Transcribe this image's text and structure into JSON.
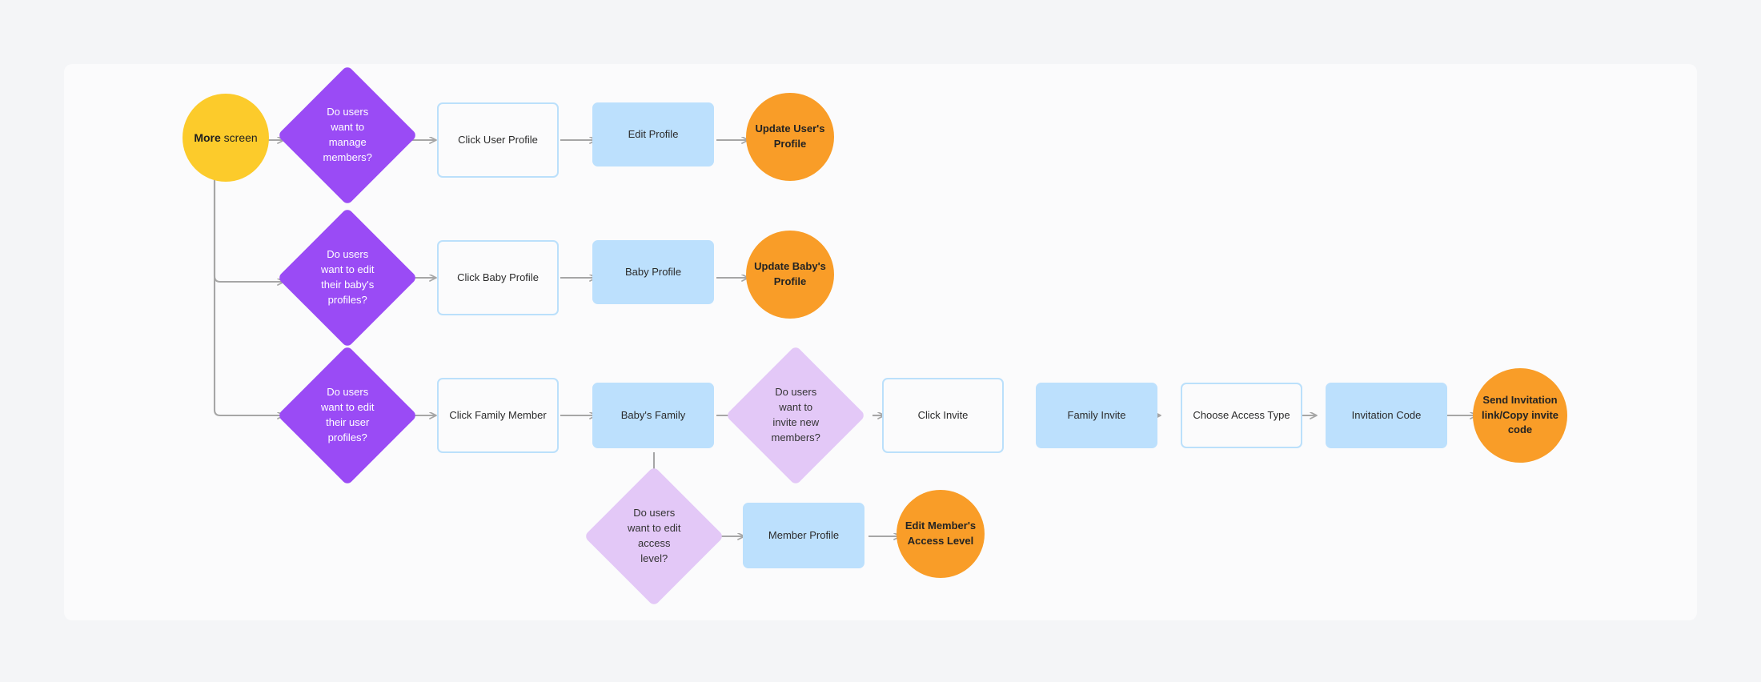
{
  "canvas": {
    "background": "#f4f5f7",
    "surface": "#fbfbfc"
  },
  "palette": {
    "start_yellow": "#fccb2b",
    "terminal_orange": "#f99d28",
    "decision_purple": "#9a4bf5",
    "decision_lilac": "#e3c8f7",
    "process_blue_fill": "#bce0fd",
    "process_blue_border": "#bbe0fb",
    "connector_gray": "#a6a6a6"
  },
  "chart_data": {
    "type": "diagram",
    "title": "More screen user flow",
    "nodes": [
      {
        "id": "start",
        "shape": "circle",
        "label": "More screen"
      },
      {
        "id": "d_manage",
        "shape": "diamond",
        "label": "Do users want to manage members?"
      },
      {
        "id": "click_user",
        "shape": "rect",
        "label": "Click User Profile"
      },
      {
        "id": "edit_profile",
        "shape": "rect",
        "label": "Edit Profile"
      },
      {
        "id": "update_user",
        "shape": "circle",
        "label": "Update User's Profile"
      },
      {
        "id": "d_baby",
        "shape": "diamond",
        "label": "Do users want to edit their baby's profiles?"
      },
      {
        "id": "click_baby",
        "shape": "rect",
        "label": "Click Baby Profile"
      },
      {
        "id": "baby_profile",
        "shape": "rect",
        "label": "Baby Profile"
      },
      {
        "id": "update_baby",
        "shape": "circle",
        "label": "Update Baby's Profile"
      },
      {
        "id": "d_user",
        "shape": "diamond",
        "label": "Do users want to edit their user profiles?"
      },
      {
        "id": "click_family",
        "shape": "rect",
        "label": "Click Family Member"
      },
      {
        "id": "babys_family",
        "shape": "rect",
        "label": "Baby's Family"
      },
      {
        "id": "d_invite",
        "shape": "diamond",
        "label": "Do users want to invite new members?"
      },
      {
        "id": "click_invite",
        "shape": "rect",
        "label": "Click Invite"
      },
      {
        "id": "family_invite",
        "shape": "rect",
        "label": "Family Invite"
      },
      {
        "id": "choose_access",
        "shape": "rect",
        "label": "Choose Access Type"
      },
      {
        "id": "invitation_code",
        "shape": "rect",
        "label": "Invitation Code"
      },
      {
        "id": "send_invitation",
        "shape": "circle",
        "label": "Send Invitation link/Copy invite code"
      },
      {
        "id": "d_access",
        "shape": "diamond",
        "label": "Do users want to edit access level?"
      },
      {
        "id": "member_profile",
        "shape": "rect",
        "label": "Member Profile"
      },
      {
        "id": "edit_access",
        "shape": "circle",
        "label": "Edit Member's Access Level"
      }
    ],
    "edges": [
      {
        "from": "start",
        "to": "d_manage"
      },
      {
        "from": "start",
        "to": "d_baby"
      },
      {
        "from": "start",
        "to": "d_user"
      },
      {
        "from": "d_manage",
        "to": "click_user"
      },
      {
        "from": "click_user",
        "to": "edit_profile"
      },
      {
        "from": "edit_profile",
        "to": "update_user"
      },
      {
        "from": "d_baby",
        "to": "click_baby"
      },
      {
        "from": "click_baby",
        "to": "baby_profile"
      },
      {
        "from": "baby_profile",
        "to": "update_baby"
      },
      {
        "from": "d_user",
        "to": "click_family"
      },
      {
        "from": "click_family",
        "to": "babys_family"
      },
      {
        "from": "babys_family",
        "to": "d_invite"
      },
      {
        "from": "babys_family",
        "to": "d_access"
      },
      {
        "from": "d_invite",
        "to": "click_invite"
      },
      {
        "from": "click_invite",
        "to": "family_invite"
      },
      {
        "from": "family_invite",
        "to": "choose_access"
      },
      {
        "from": "choose_access",
        "to": "invitation_code"
      },
      {
        "from": "invitation_code",
        "to": "send_invitation"
      },
      {
        "from": "d_access",
        "to": "member_profile"
      },
      {
        "from": "member_profile",
        "to": "edit_access"
      }
    ]
  },
  "nodes": {
    "start": {
      "prefix": "More",
      "suffix": " screen"
    },
    "d_manage": "Do users\nwant to\nmanage\nmembers?",
    "click_user": "Click User Profile",
    "edit_profile": "Edit Profile",
    "update_user": "Update User's\nProfile",
    "d_baby": "Do users\nwant to edit\ntheir baby's\nprofiles?",
    "click_baby": "Click Baby Profile",
    "baby_profile": "Baby Profile",
    "update_baby": "Update Baby's\nProfile",
    "d_user": "Do users\nwant to edit\ntheir user\nprofiles?",
    "click_family": "Click Family Member",
    "babys_family": "Baby's Family",
    "d_invite": "Do users\nwant to\ninvite new\nmembers?",
    "click_invite": "Click Invite",
    "family_invite": "Family Invite",
    "choose_access": "Choose Access Type",
    "invitation_code": "Invitation Code",
    "send_invitation": "Send Invitation\nlink/Copy invite\ncode",
    "d_access": "Do users\nwant to edit\naccess\nlevel?",
    "member_profile": "Member Profile",
    "edit_access": "Edit Member's\nAccess Level"
  }
}
